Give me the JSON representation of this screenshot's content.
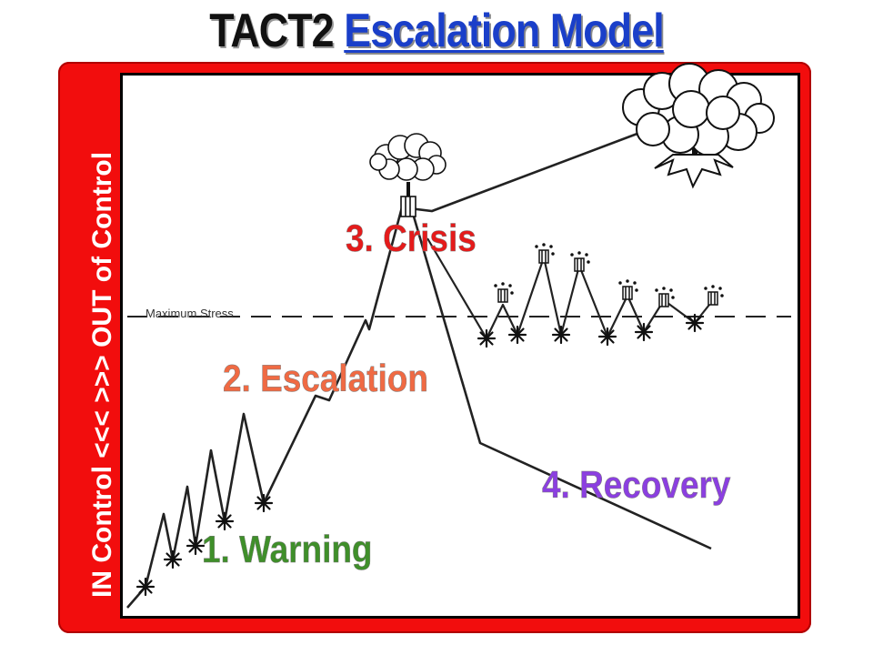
{
  "title": {
    "part1": "TACT2",
    "part2": "Escalation Model"
  },
  "side_label": "IN Control <<< >>> OUT of Control",
  "threshold_label": "Maximum   Stress",
  "stages": [
    {
      "label": "1.  Warning",
      "color": "#3f8f2a"
    },
    {
      "label": "2.  Escalation",
      "color": "#f06a43"
    },
    {
      "label": "3.  Crisis",
      "color": "#e51b1b"
    },
    {
      "label": "4.  Recovery",
      "color": "#8b3fe0"
    }
  ],
  "colors": {
    "frame": "#f20d0d",
    "title_accent": "#1a3fc9",
    "line": "#222222"
  }
}
